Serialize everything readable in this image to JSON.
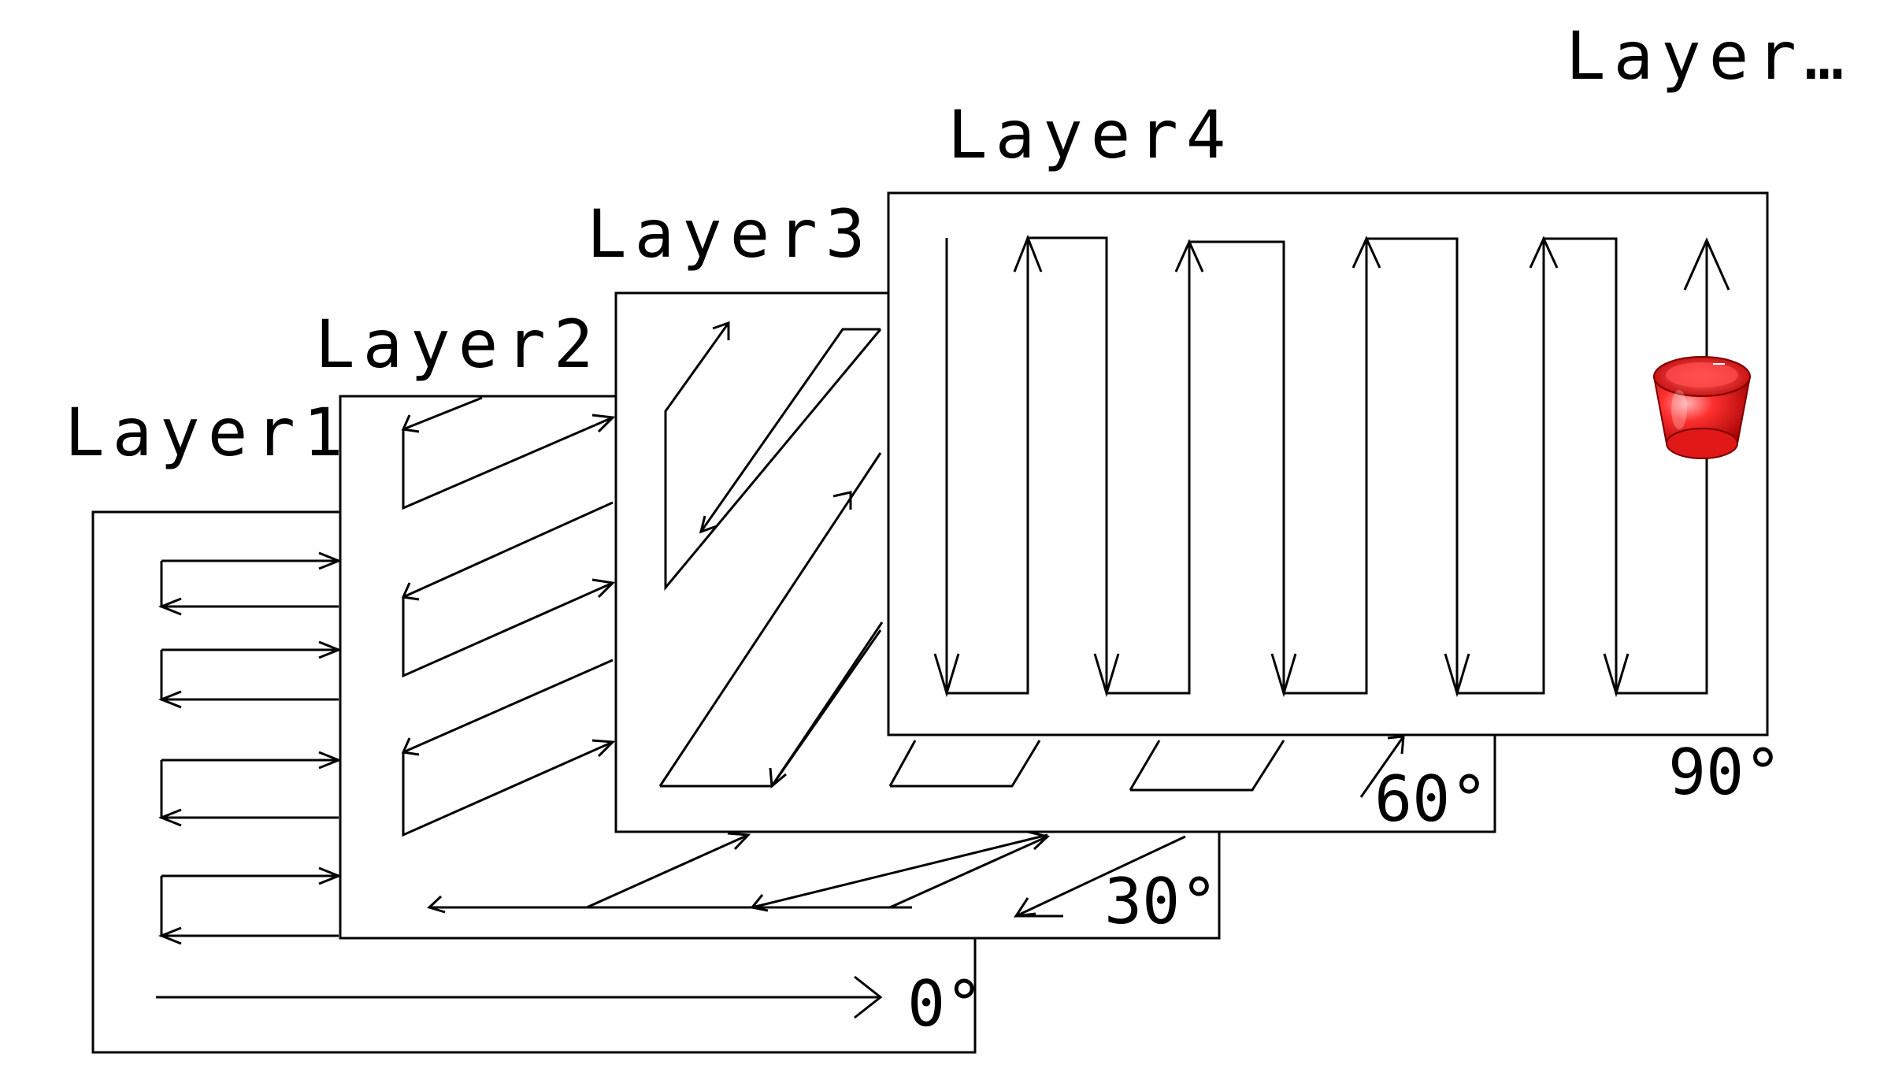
{
  "layers": [
    {
      "label": "Layer1",
      "angle": "0°"
    },
    {
      "label": "Layer2",
      "angle": "30°"
    },
    {
      "label": "Layer3",
      "angle": "60°"
    },
    {
      "label": "Layer4",
      "angle": "90°"
    }
  ],
  "more_layers_label": "Layer…",
  "nozzle": {
    "icon": "extruder-nozzle-icon",
    "color": "#e01818"
  },
  "colors": {
    "line": "#000000",
    "panel_fill": "#ffffff",
    "nozzle_red": "#e01818"
  }
}
